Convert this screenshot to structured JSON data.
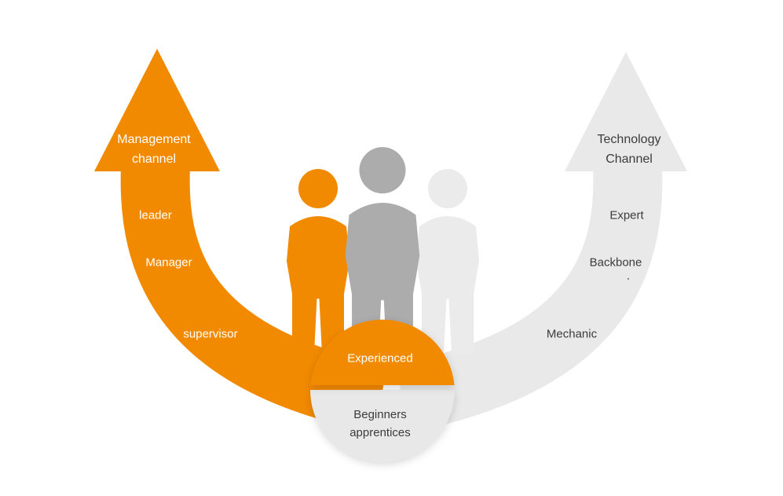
{
  "colors": {
    "orange": "#F28A00",
    "arrow_gray": "#E9E9E9",
    "person_center_gray": "#ACACAC",
    "person_side_gray": "#EBEBEB",
    "circle_bottom_gray": "#E8E8E8",
    "text_dark": "#3C3C3C"
  },
  "management_channel": {
    "title": "Management\nchannel",
    "leader": "leader",
    "manager": "Manager",
    "supervisor": "supervisor"
  },
  "technology_channel": {
    "title": "Technology\nChannel",
    "expert": "Expert",
    "backbone": "Backbone",
    "backbone_note": ".",
    "mechanic": "Mechanic"
  },
  "center": {
    "experienced": "Experienced",
    "beginners": "Beginners\napprentices"
  },
  "icons": {
    "person_left": "person-silhouette",
    "person_center": "person-silhouette",
    "person_right": "person-silhouette",
    "arrow_left": "up-arrow",
    "arrow_right": "up-arrow"
  }
}
